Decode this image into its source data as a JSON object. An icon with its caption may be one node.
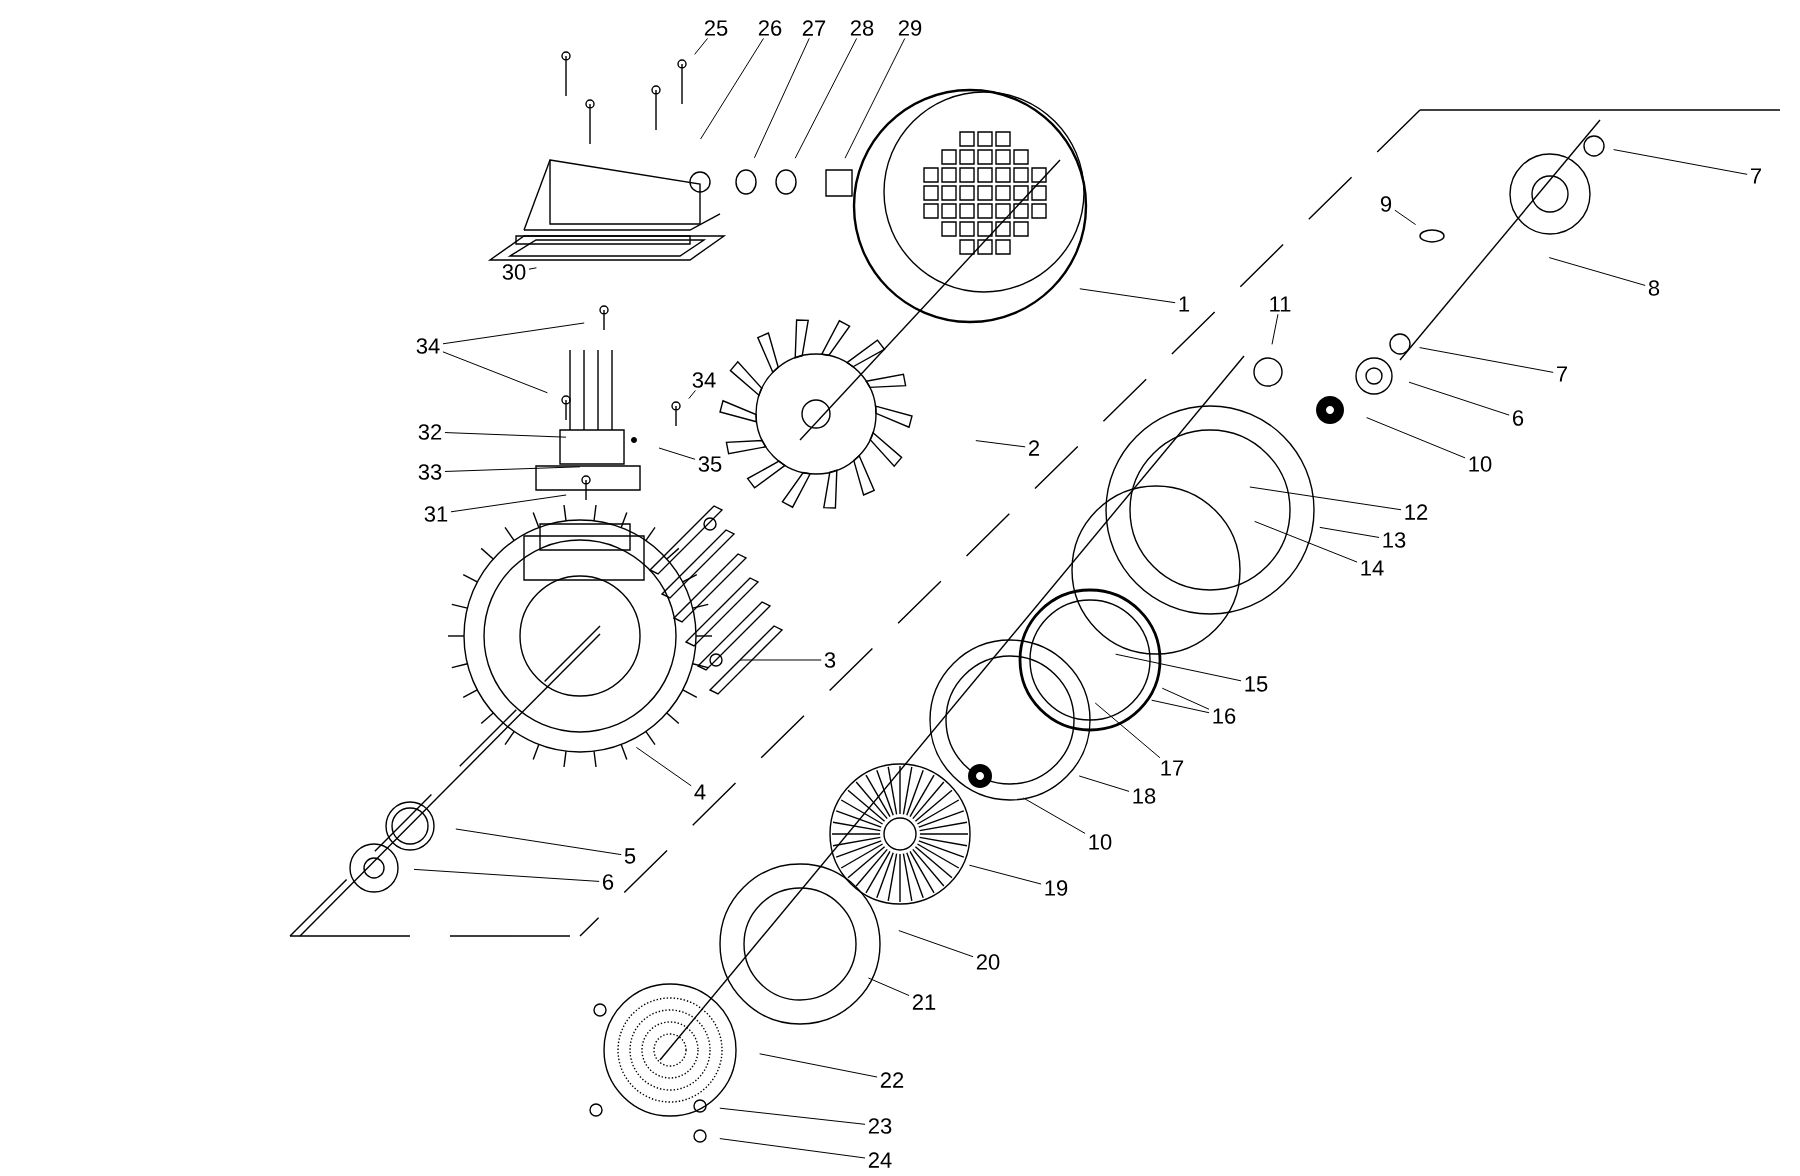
{
  "diagram": {
    "nodes": [
      {
        "text": [
          "25"
        ]
      },
      {
        "text": [
          "26"
        ]
      },
      {
        "text": [
          "27"
        ]
      },
      {
        "text": [
          "28"
        ]
      },
      {
        "text": [
          "29"
        ]
      },
      {
        "text": [
          "30"
        ]
      },
      {
        "text": [
          "34"
        ]
      },
      {
        "text": [
          "34"
        ]
      },
      {
        "text": [
          "32"
        ]
      },
      {
        "text": [
          "35"
        ]
      },
      {
        "text": [
          "33"
        ]
      },
      {
        "text": [
          "31"
        ]
      },
      {
        "text": [
          "1"
        ]
      },
      {
        "text": [
          "2"
        ]
      },
      {
        "text": [
          "3"
        ]
      },
      {
        "text": [
          "4"
        ]
      },
      {
        "text": [
          "5"
        ]
      },
      {
        "text": [
          "6"
        ]
      },
      {
        "text": [
          "7"
        ]
      },
      {
        "text": [
          "9"
        ]
      },
      {
        "text": [
          "8"
        ]
      },
      {
        "text": [
          "11"
        ]
      },
      {
        "text": [
          "7"
        ]
      },
      {
        "text": [
          "6"
        ]
      },
      {
        "text": [
          "10"
        ]
      },
      {
        "text": [
          "12"
        ]
      },
      {
        "text": [
          "13"
        ]
      },
      {
        "text": [
          "14"
        ]
      },
      {
        "text": [
          "15"
        ]
      },
      {
        "text": [
          "16"
        ]
      },
      {
        "text": [
          "17"
        ]
      },
      {
        "text": [
          "18"
        ]
      },
      {
        "text": [
          "10"
        ]
      },
      {
        "text": [
          "19"
        ]
      },
      {
        "text": [
          "20"
        ]
      },
      {
        "text": [
          "21"
        ]
      },
      {
        "text": [
          "22"
        ]
      },
      {
        "text": [
          "23"
        ]
      },
      {
        "text": [
          "24"
        ]
      }
    ],
    "edges": [
      {
        "from": 0,
        "to": null,
        "arrow": "none"
      },
      {
        "from": 1,
        "to": null,
        "arrow": "none"
      },
      {
        "from": 2,
        "to": null,
        "arrow": "none"
      },
      {
        "from": 3,
        "to": null,
        "arrow": "none"
      },
      {
        "from": 4,
        "to": null,
        "arrow": "none"
      },
      {
        "from": 5,
        "to": null,
        "arrow": "none"
      },
      {
        "from": 6,
        "to": null,
        "arrow": "none"
      },
      {
        "from": 6,
        "to": null,
        "arrow": "none"
      },
      {
        "from": 7,
        "to": null,
        "arrow": "none"
      },
      {
        "from": 8,
        "to": null,
        "arrow": "none"
      },
      {
        "from": 9,
        "to": null,
        "arrow": "none"
      },
      {
        "from": 10,
        "to": null,
        "arrow": "none"
      },
      {
        "from": 11,
        "to": null,
        "arrow": "none"
      },
      {
        "from": 12,
        "to": null,
        "arrow": "none"
      },
      {
        "from": 13,
        "to": null,
        "arrow": "none"
      },
      {
        "from": 14,
        "to": null,
        "arrow": "none"
      },
      {
        "from": 15,
        "to": null,
        "arrow": "none"
      },
      {
        "from": 16,
        "to": null,
        "arrow": "none"
      },
      {
        "from": 17,
        "to": null,
        "arrow": "none"
      },
      {
        "from": 18,
        "to": null,
        "arrow": "none"
      },
      {
        "from": 19,
        "to": null,
        "arrow": "none"
      },
      {
        "from": 20,
        "to": null,
        "arrow": "none"
      },
      {
        "from": 21,
        "to": null,
        "arrow": "none"
      },
      {
        "from": 22,
        "to": null,
        "arrow": "none"
      },
      {
        "from": 23,
        "to": null,
        "arrow": "none"
      },
      {
        "from": 24,
        "to": null,
        "arrow": "none"
      },
      {
        "from": 25,
        "to": null,
        "arrow": "none"
      },
      {
        "from": 26,
        "to": null,
        "arrow": "none"
      },
      {
        "from": 27,
        "to": null,
        "arrow": "none"
      },
      {
        "from": 28,
        "to": null,
        "arrow": "none"
      },
      {
        "from": 29,
        "to": null,
        "arrow": "none"
      },
      {
        "from": 29,
        "to": null,
        "arrow": "none"
      },
      {
        "from": 30,
        "to": null,
        "arrow": "none"
      },
      {
        "from": 31,
        "to": null,
        "arrow": "none"
      },
      {
        "from": 32,
        "to": null,
        "arrow": "none"
      },
      {
        "from": 33,
        "to": null,
        "arrow": "none"
      },
      {
        "from": 34,
        "to": null,
        "arrow": "none"
      },
      {
        "from": 35,
        "to": null,
        "arrow": "none"
      },
      {
        "from": 36,
        "to": null,
        "arrow": "none"
      },
      {
        "from": 37,
        "to": null,
        "arrow": "none"
      },
      {
        "from": 38,
        "to": null,
        "arrow": "none"
      }
    ]
  }
}
